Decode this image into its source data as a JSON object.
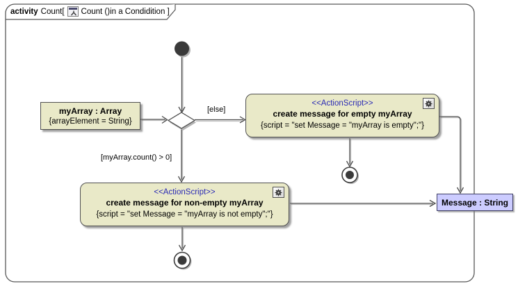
{
  "frame": {
    "keyword": "activity",
    "name": "Count[",
    "diagram_ref": "Count ()in a Condidition ]"
  },
  "nodes": {
    "myarray": {
      "title": "myArray : Array",
      "constraint": "{arrayElement = String}"
    },
    "action_empty": {
      "stereotype": "<<ActionScript>>",
      "title": "create message for empty myArray",
      "script": "{script = \"set Message = \"myArray is empty\";\"}"
    },
    "action_nonempty": {
      "stereotype": "<<ActionScript>>",
      "title": "create message for non-empty myArray",
      "script": "{script = \"set Message = \"myArray is not empty\";\"}"
    },
    "message": {
      "title": "Message : String"
    }
  },
  "edges": {
    "else_guard": "[else]",
    "count_guard": "[myArray.count() > 0]"
  },
  "icons": {
    "gear": "actionscript-gear-icon",
    "diagram": "activity-diagram-icon"
  },
  "colors": {
    "node_fill": "#e9e9c8",
    "node_border": "#4f4f4f",
    "message_fill": "#ccccff",
    "message_border": "#3c3c64",
    "stereotype_text": "#2828b4",
    "edge": "#4a4a4a"
  }
}
